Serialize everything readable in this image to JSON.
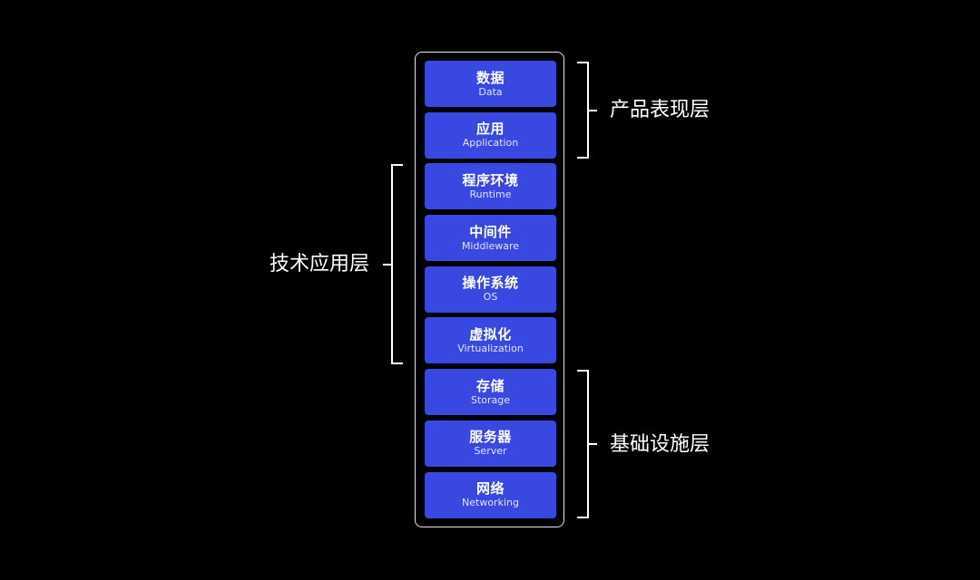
{
  "layers": [
    {
      "cn": "数据",
      "en": "Data"
    },
    {
      "cn": "应用",
      "en": "Application"
    },
    {
      "cn": "程序环境",
      "en": "Runtime"
    },
    {
      "cn": "中间件",
      "en": "Middleware"
    },
    {
      "cn": "操作系统",
      "en": "OS"
    },
    {
      "cn": "虚拟化",
      "en": "Virtualization"
    },
    {
      "cn": "存储",
      "en": "Storage"
    },
    {
      "cn": "服务器",
      "en": "Server"
    },
    {
      "cn": "网络",
      "en": "Networking"
    }
  ],
  "groups": {
    "product": {
      "label": "产品表现层"
    },
    "tech": {
      "label": "技术应用层"
    },
    "infra": {
      "label": "基础设施层"
    }
  },
  "colors": {
    "background": "#000000",
    "card": "#3848e0",
    "line": "#ffffff"
  }
}
